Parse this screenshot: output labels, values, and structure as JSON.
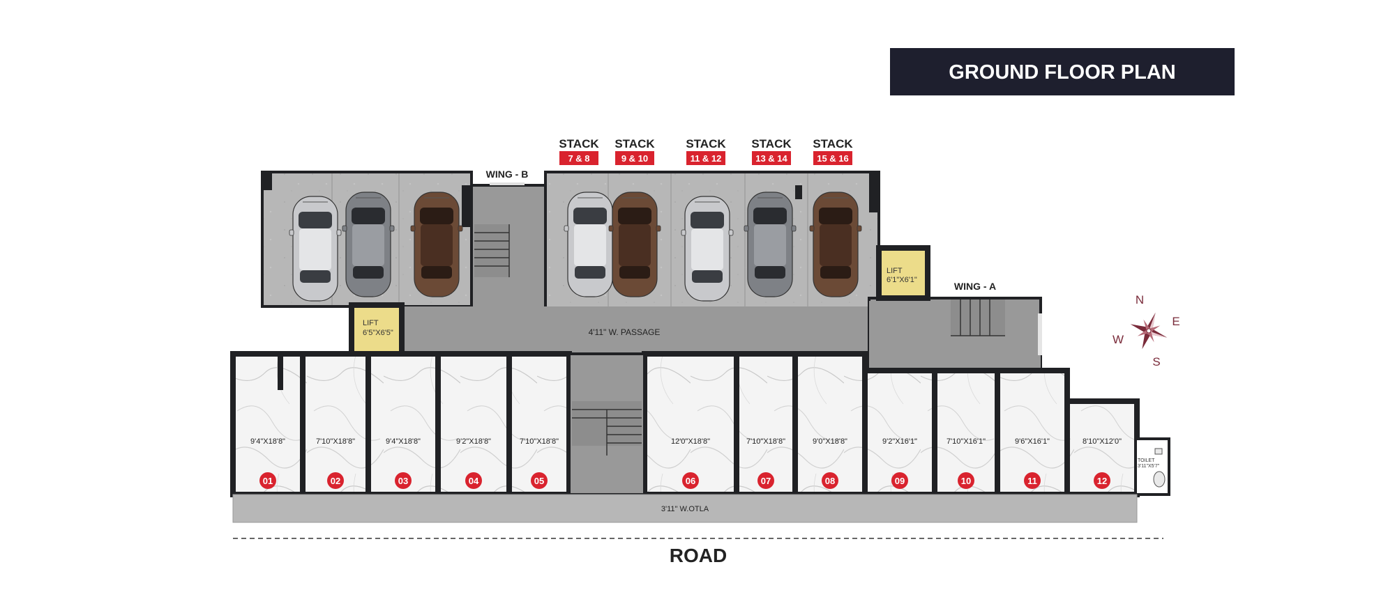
{
  "title": "GROUND FLOOR PLAN",
  "colors": {
    "banner": "#1e1f2e",
    "badge": "#d9232e",
    "wall": "#202124",
    "parking": "#b9b9b9",
    "passage": "#999999",
    "lift": "#ecdc8a"
  },
  "stacks": [
    {
      "label": "STACK",
      "badge": "7 & 8"
    },
    {
      "label": "STACK",
      "badge": "9 & 10"
    },
    {
      "label": "STACK",
      "badge": "11 & 12"
    },
    {
      "label": "STACK",
      "badge": "13 & 14"
    },
    {
      "label": "STACK",
      "badge": "15 & 16"
    }
  ],
  "wings": {
    "b": "WING - B",
    "a": "WING - A"
  },
  "lifts": {
    "left": {
      "label": "LIFT",
      "size": "6'5\"X6'5\""
    },
    "right": {
      "label": "LIFT",
      "size": "6'1\"X6'1\""
    }
  },
  "passage": "4'11\" W. PASSAGE",
  "otla": "3'11\" W.OTLA",
  "road": "ROAD",
  "toilet": {
    "label": "TOILET",
    "size": "3'11\"X5'7\""
  },
  "compass": {
    "n": "N",
    "e": "E",
    "s": "S",
    "w": "W"
  },
  "shops": [
    {
      "num": "01",
      "size": "9'4\"X18'8\""
    },
    {
      "num": "02",
      "size": "7'10\"X18'8\""
    },
    {
      "num": "03",
      "size": "9'4\"X18'8\""
    },
    {
      "num": "04",
      "size": "9'2\"X18'8\""
    },
    {
      "num": "05",
      "size": "7'10\"X18'8\""
    },
    {
      "num": "06",
      "size": "12'0\"X18'8\""
    },
    {
      "num": "07",
      "size": "7'10\"X18'8\""
    },
    {
      "num": "08",
      "size": "9'0\"X18'8\""
    },
    {
      "num": "09",
      "size": "9'2\"X16'1\""
    },
    {
      "num": "10",
      "size": "7'10\"X16'1\""
    },
    {
      "num": "11",
      "size": "9'6\"X16'1\""
    },
    {
      "num": "12",
      "size": "8'10\"X12'0\""
    }
  ],
  "cars": [
    "silver",
    "grey",
    "brown",
    "silver",
    "brown",
    "silver",
    "grey",
    "brown"
  ]
}
